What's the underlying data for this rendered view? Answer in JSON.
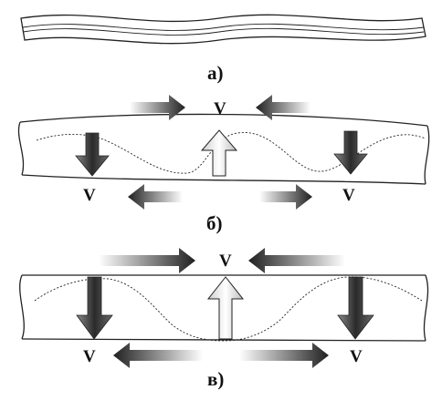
{
  "panels": [
    {
      "label": "а)"
    },
    {
      "label": "б)"
    },
    {
      "label": "в)"
    }
  ],
  "velocity_symbol": "V",
  "colors": {
    "outline": "#222222",
    "arrow_dark": "#2a2a2a",
    "arrow_light": "#e8e8e8",
    "background": "#ffffff"
  }
}
